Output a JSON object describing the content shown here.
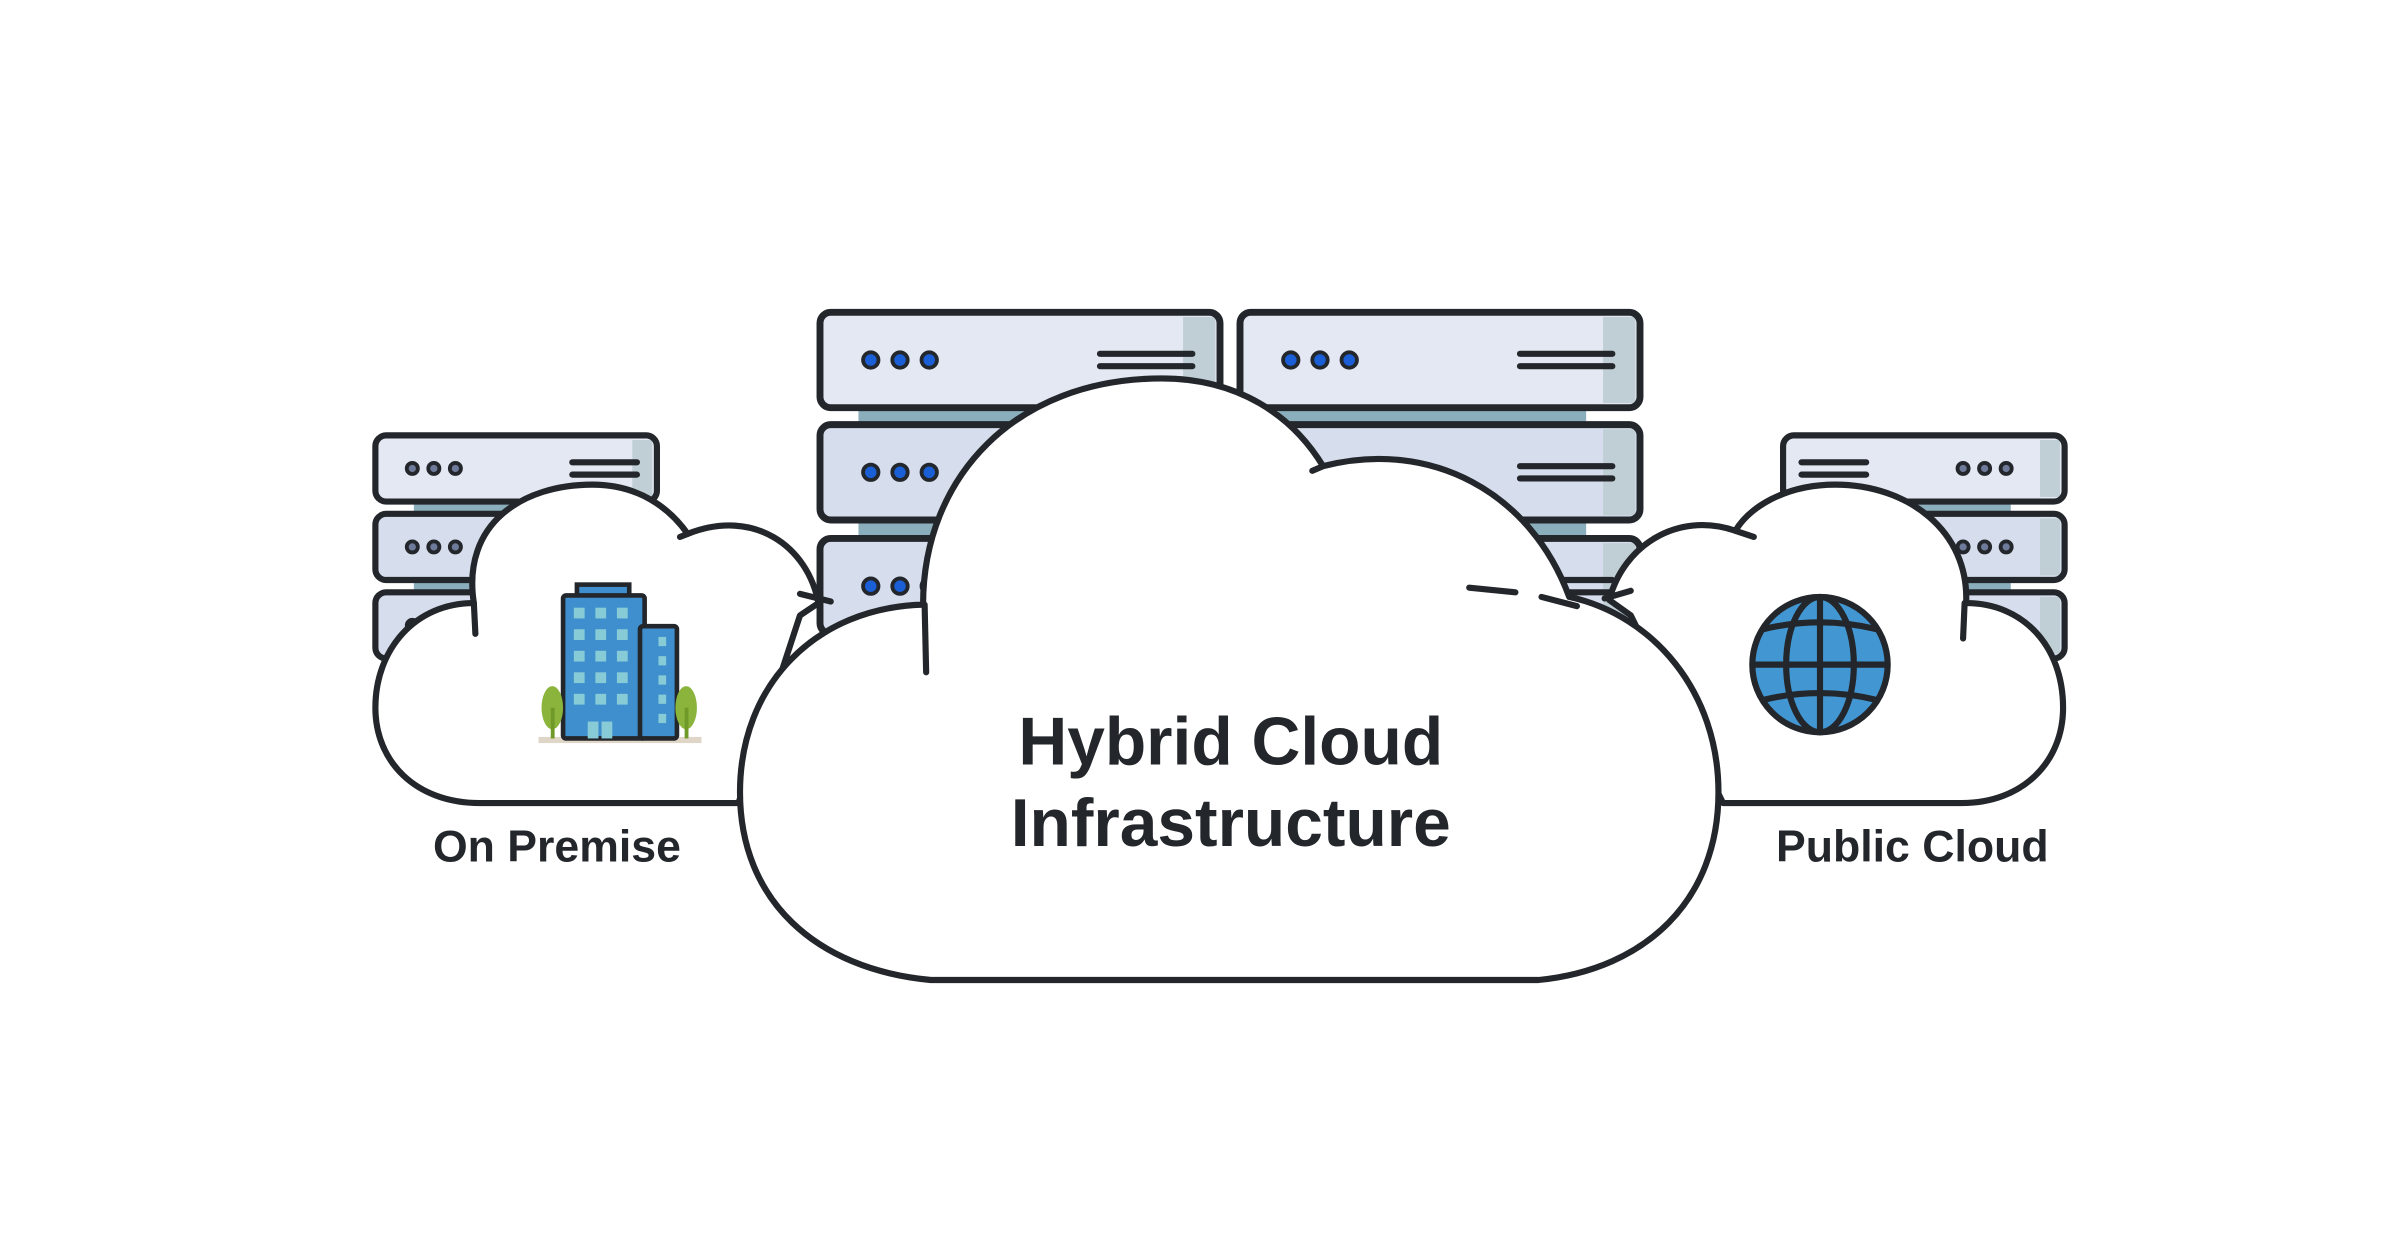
{
  "title": {
    "line1": "Hybrid Cloud",
    "line2": "Infrastructure"
  },
  "left_label": "On Premise",
  "right_label": "Public Cloud",
  "icons": {
    "left": "office-building-icon",
    "right": "globe-icon",
    "background": "server-rack-icon"
  },
  "colors": {
    "outline": "#23262b",
    "server_face": "#e4e8f3",
    "server_face_alt": "#d6dded",
    "server_shade": "#c0cfd5",
    "server_gap": "#8aaebb",
    "led_blue": "#1a5fd6",
    "led_gray": "#6e7a99",
    "building": "#3f8fcf",
    "window": "#86cbd6",
    "tree": "#8ab43c",
    "globe": "#4296d2"
  }
}
